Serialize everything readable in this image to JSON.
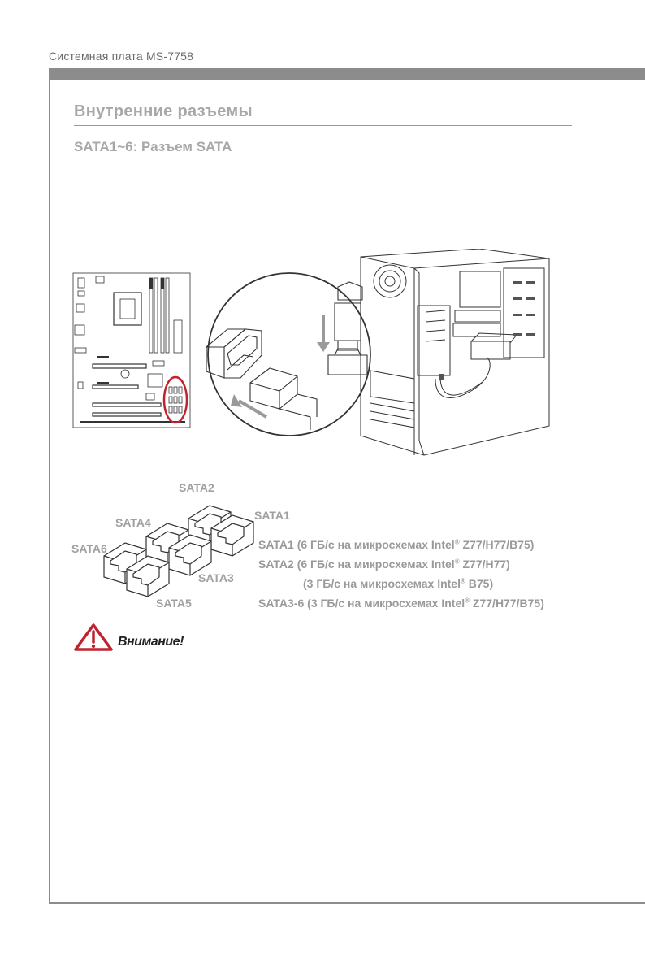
{
  "header": {
    "model": "Системная плата MS-7758"
  },
  "section": {
    "title": "Внутренние разъемы",
    "subtitle": "SATA1~6: Разъем SATA"
  },
  "labels": {
    "sata1": "SATA1",
    "sata2": "SATA2",
    "sata3": "SATA3",
    "sata4": "SATA4",
    "sata5": "SATA5",
    "sata6": "SATA6"
  },
  "specs": {
    "line1_pre": "SATA1 (6 ГБ/с на микросхемах Intel",
    "line1_post": " Z77/H77/B75)",
    "line2_pre": "SATA2 (6 ГБ/с на микросхемах Intel",
    "line2_post": " Z77/H77)",
    "line3_pre": "(3 ГБ/с на микросхемах Intel",
    "line3_post": " B75)",
    "line4_pre": "SATA3-6 (3 ГБ/с на микросхемах Intel",
    "line4_post": " Z77/H77/B75)",
    "reg": "®"
  },
  "warning": {
    "label": "Внимание!"
  },
  "colors": {
    "accent_red": "#c0232e",
    "rule_gray": "#8c8c8c"
  }
}
